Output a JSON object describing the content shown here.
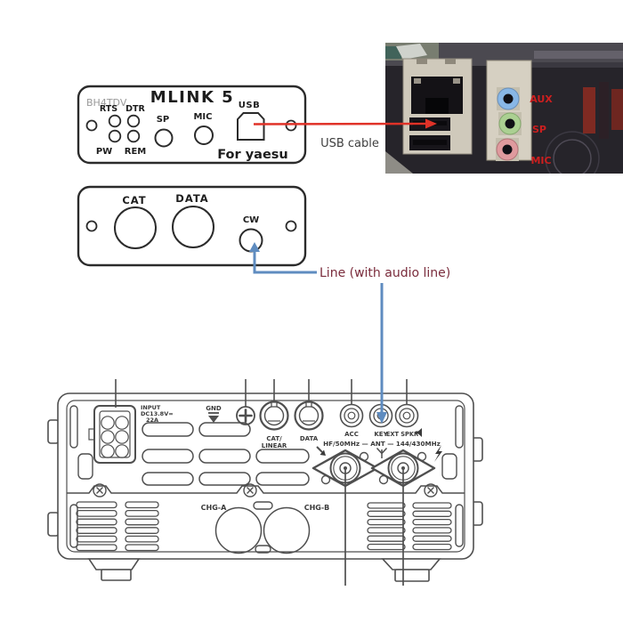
{
  "interface_panel": {
    "watermark": "BH4TDV",
    "title": "MLINK 5",
    "rts": "RTS",
    "dtr": "DTR",
    "pw": "PW",
    "rem": "REM",
    "sp": "SP",
    "mic": "MIC",
    "usb": "USB",
    "for_brand": "For yaesu"
  },
  "breakout_panel": {
    "cat": "CAT",
    "data": "DATA",
    "cw": "CW"
  },
  "callouts": {
    "usb_cable": "USB cable",
    "audio_line": "Line (with audio line)"
  },
  "motherboard": {
    "jack_label_top": "AUX",
    "jack_label_mid": "SP",
    "jack_label_bottom": "MIC",
    "jack_color_top": "#88b7e6",
    "jack_color_mid": "#abd092",
    "jack_color_bottom": "#df9a9e"
  },
  "radio": {
    "input_l1": "INPUT",
    "input_l2": "DC13.8V=",
    "input_l3": "22A",
    "gnd": "GND",
    "cat_l1": "CAT/",
    "cat_l2": "LINEAR",
    "data": "DATA",
    "acc": "ACC",
    "key": "KEY",
    "ext_spkr": "EXT SPKR",
    "ant_label": "HF/50MHz — ANT — 144/430MHz",
    "chg_a": "CHG-A",
    "chg_b": "CHG-B"
  },
  "colors": {
    "red_arrow": "#e03228",
    "blue_arrow": "#5f8cc0",
    "maroon_text": "#7a2c3c",
    "label_red": "#cc1f1f"
  }
}
